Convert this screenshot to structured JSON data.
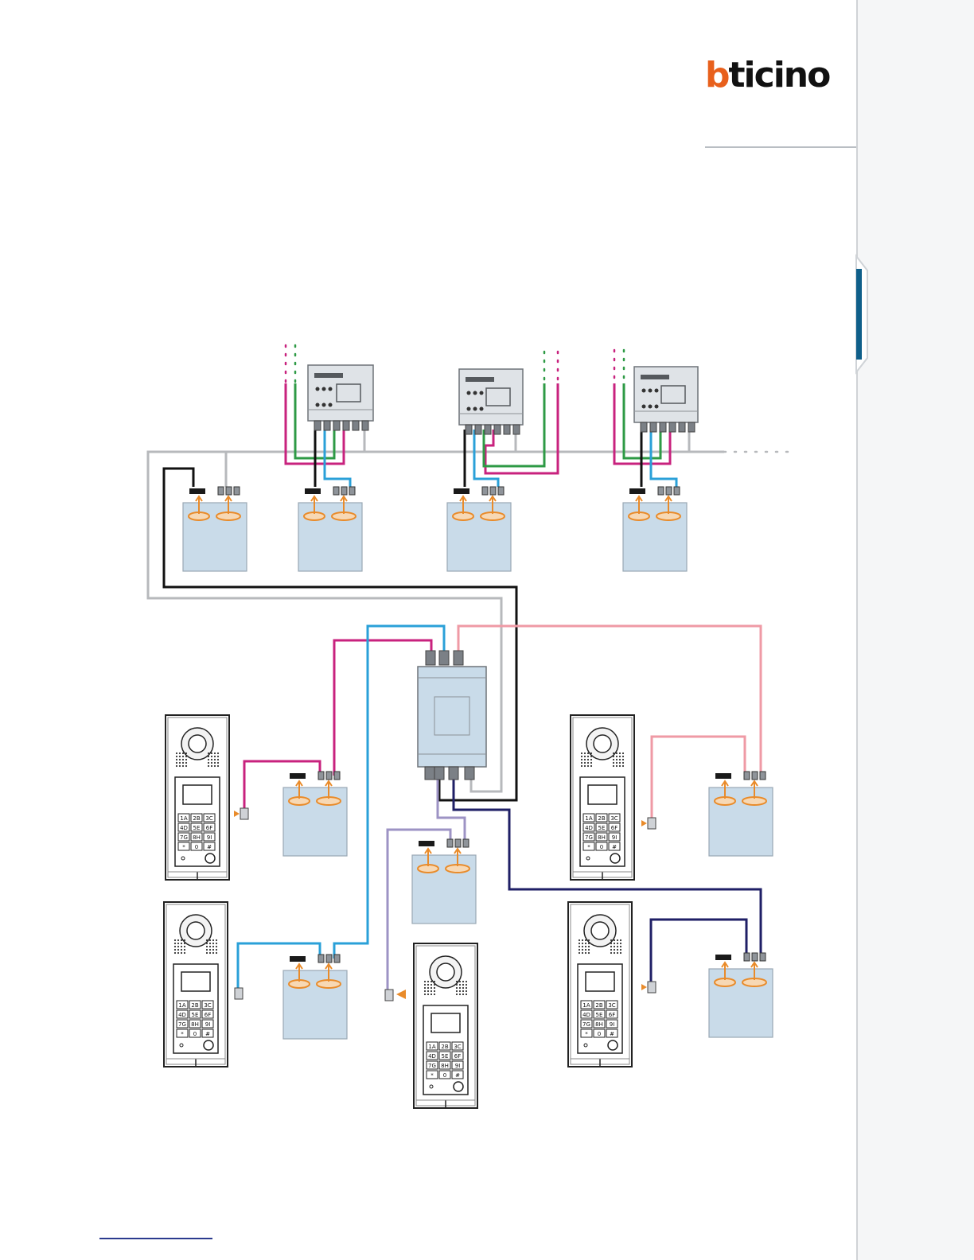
{
  "brand": {
    "logo_accent": "b",
    "logo_rest": "ticino",
    "accent_color": "#e8601c",
    "text_color": "#111111"
  },
  "colors": {
    "gray": "#b7b9bc",
    "black": "#111111",
    "blue": "#2aa0d8",
    "magenta": "#c8227e",
    "green": "#2e9a45",
    "pink": "#ef9aa5",
    "lavender": "#9d93c4",
    "navy": "#1f1f66",
    "device_fill": "#c9dbe9",
    "module_fill": "#dfe3e7",
    "arrow": "#e98b2a",
    "tab_blue": "#0f5f8a"
  },
  "keypad_labels": [
    "1A",
    "2B",
    "3C",
    "4D",
    "5E",
    "6F",
    "7G",
    "8H",
    "9I",
    "*",
    "0",
    "#"
  ]
}
